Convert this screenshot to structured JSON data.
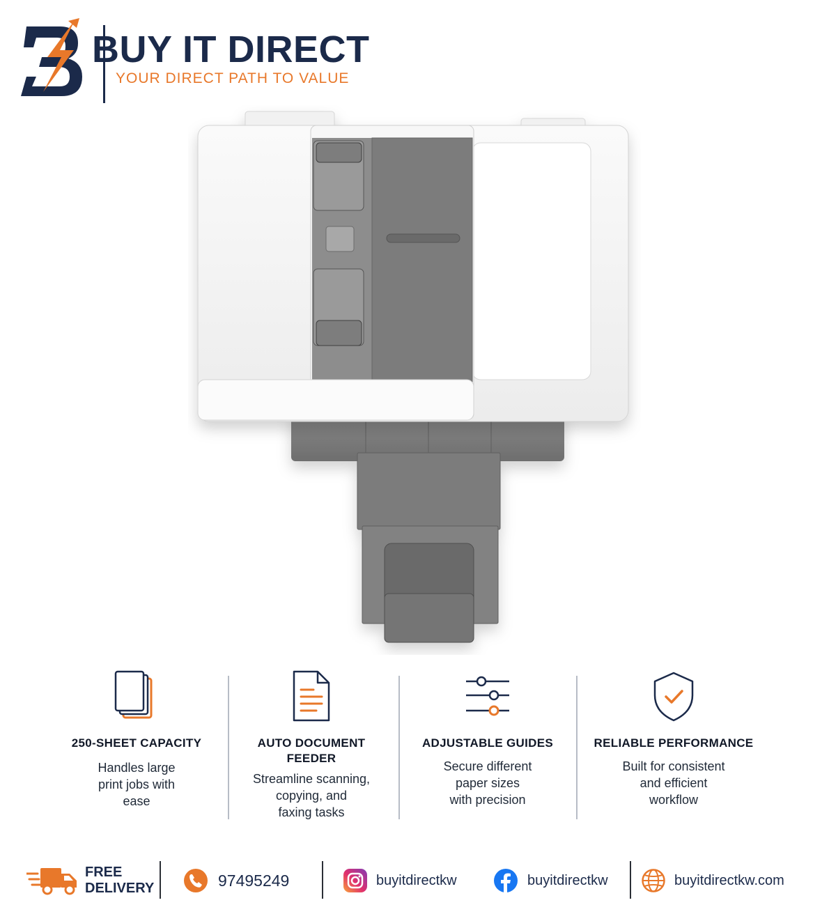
{
  "brand": {
    "logo_icon": "lightning-b-logo",
    "name": "BUY IT DIRECT",
    "tagline": "YOUR DIRECT PATH TO VALUE",
    "colors": {
      "navy": "#1b2a4a",
      "orange": "#e8782a"
    }
  },
  "product": {
    "image": "printer-top-view",
    "body_color": "#f4f4f4",
    "tray_color": "#7a7a7a"
  },
  "features": [
    {
      "icon": "paper-stack-icon",
      "title_lines": [
        "250-SHEET CAPACITY"
      ],
      "desc_lines": [
        "Handles large",
        "print jobs with",
        "ease"
      ]
    },
    {
      "icon": "document-icon",
      "title_lines": [
        "AUTO DOCUMENT",
        "FEEDER"
      ],
      "desc_lines": [
        "Streamline scanning,",
        "copying, and",
        "faxing tasks"
      ]
    },
    {
      "icon": "sliders-icon",
      "title_lines": [
        "ADJUSTABLE GUIDES"
      ],
      "desc_lines": [
        "Secure different",
        "paper sizes",
        "with precision"
      ]
    },
    {
      "icon": "shield-check-icon",
      "title_lines": [
        "RELIABLE PERFORMANCE"
      ],
      "desc_lines": [
        "Built for consistent",
        "and efficient",
        "workflow"
      ]
    }
  ],
  "footer": {
    "delivery": {
      "icon": "delivery-truck-icon",
      "line1": "FREE",
      "line2": "DELIVERY"
    },
    "phone": {
      "icon": "phone-icon",
      "number": "97495249"
    },
    "instagram": {
      "icon": "instagram-icon",
      "handle": "buyitdirectkw"
    },
    "facebook": {
      "icon": "facebook-icon",
      "handle": "buyitdirectkw"
    },
    "website": {
      "icon": "globe-icon",
      "url": "buyitdirectkw.com"
    }
  }
}
